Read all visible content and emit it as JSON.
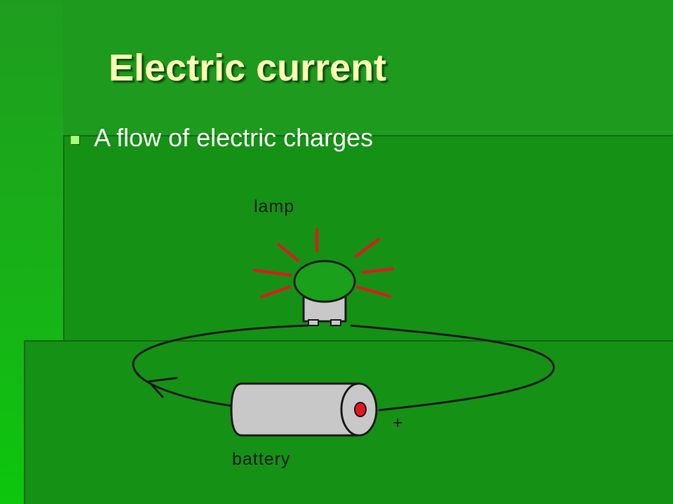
{
  "slide": {
    "title": "Electric current",
    "bullet": "A flow of electric charges"
  },
  "diagram": {
    "lamp_label": "lamp",
    "battery_label": "battery",
    "plus_sign": "+"
  },
  "colors": {
    "background": "#1e9a1e",
    "title": "#ffffb4",
    "bullet_marker": "#a8ff7a",
    "rays": "#e8141e",
    "battery_terminal": "#e8141e",
    "component_fill": "#c8c8c8"
  }
}
